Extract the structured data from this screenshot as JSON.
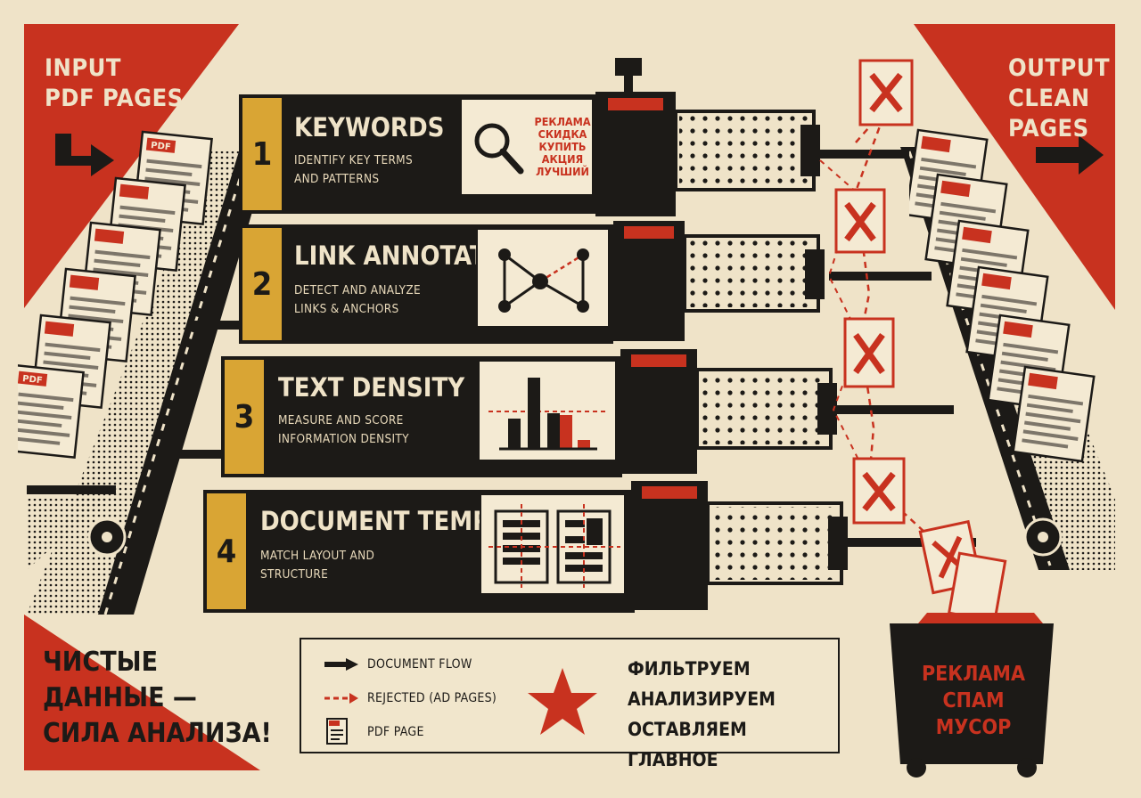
{
  "corners": {
    "input_line1": "INPUT",
    "input_line2": "PDF PAGES",
    "output_line1": "OUTPUT",
    "output_line2": "CLEAN PAGES"
  },
  "stages": [
    {
      "number": "1",
      "title": "KEYWORDS",
      "desc1": "IDENTIFY KEY TERMS",
      "desc2": "AND PATTERNS",
      "icon": "magnifier-icon"
    },
    {
      "number": "2",
      "title": "LINK ANNOTATIONS",
      "desc1": "DETECT AND ANALYZE",
      "desc2": "LINKS & ANCHORS",
      "icon": "network-graph-icon"
    },
    {
      "number": "3",
      "title": "TEXT DENSITY",
      "desc1": "MEASURE AND SCORE",
      "desc2": "INFORMATION DENSITY",
      "icon": "bar-chart-icon"
    },
    {
      "number": "4",
      "title": "DOCUMENT TEMPLATES",
      "desc1": "MATCH LAYOUT AND",
      "desc2": "STRUCTURE",
      "icon": "layout-template-icon"
    }
  ],
  "keywords": [
    "РЕКЛАМА",
    "СКИДКА",
    "КУПИТЬ",
    "АКЦИЯ",
    "ЛУЧШИЙ"
  ],
  "pdf_label": "PDF",
  "slogan": [
    "ЧИСТЫЕ",
    "ДАННЫЕ —",
    "СИЛА АНАЛИЗА!"
  ],
  "legend": {
    "flow": "DOCUMENT FLOW",
    "rejected": "REJECTED (AD PAGES)",
    "page": "PDF PAGE"
  },
  "motto": [
    "ФИЛЬТРУЕМ",
    "АНАЛИЗИРУЕМ",
    "ОСТАВЛЯЕМ ГЛАВНОЕ"
  ],
  "bin": [
    "РЕКЛАМА",
    "СПАМ",
    "МУСОР"
  ],
  "colors": {
    "red": "#c8321f",
    "black": "#1c1a17",
    "cream": "#efe3c8",
    "gold": "#d9a534"
  }
}
